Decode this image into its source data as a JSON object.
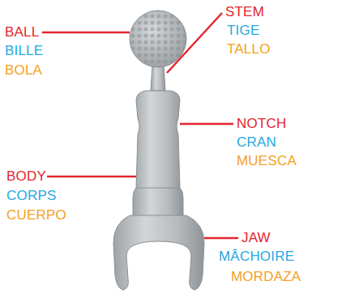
{
  "diagram": {
    "labels": [
      "BALL",
      "BILLE",
      "BOLA",
      "STEM",
      "TIGE",
      "TALLO",
      "NOTCH",
      "CRAN",
      "MUESCA",
      "BODY",
      "CORPS",
      "CUERPO",
      "JAW",
      "MÂCHOIRE",
      "MORDAZA"
    ]
  }
}
